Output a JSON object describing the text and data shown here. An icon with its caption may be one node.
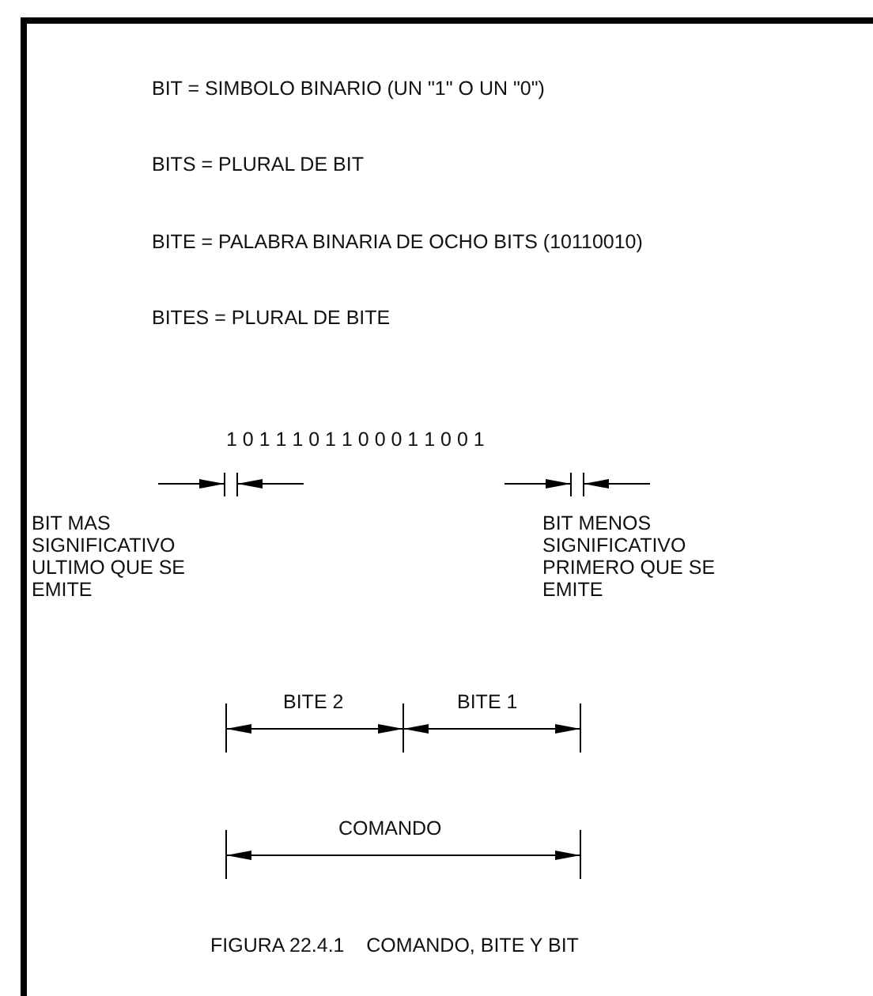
{
  "diagram": {
    "caption": "FIGURA 22.4.1    COMANDO, BITE Y BIT",
    "labels": [
      "BIT = SIMBOLO BINARIO (UN \"1\" O UN \"0\")",
      "BITS = PLURAL DE BIT",
      "BITE = PALABRA BINARIA DE OCHO BITS (10110010)",
      "BITES = PLURAL DE BITE",
      "1 0 1 1 1 0 1 1 0 0 0 1 1 0 0 1",
      "BIT MAS SIGNIFICATIVO ULTIMO QUE SE EMITE",
      "BIT MENOS SIGNIFICATIVO PRIMERO QUE SE EMITE",
      "BITE 2",
      "BITE 1",
      "COMANDO"
    ]
  }
}
